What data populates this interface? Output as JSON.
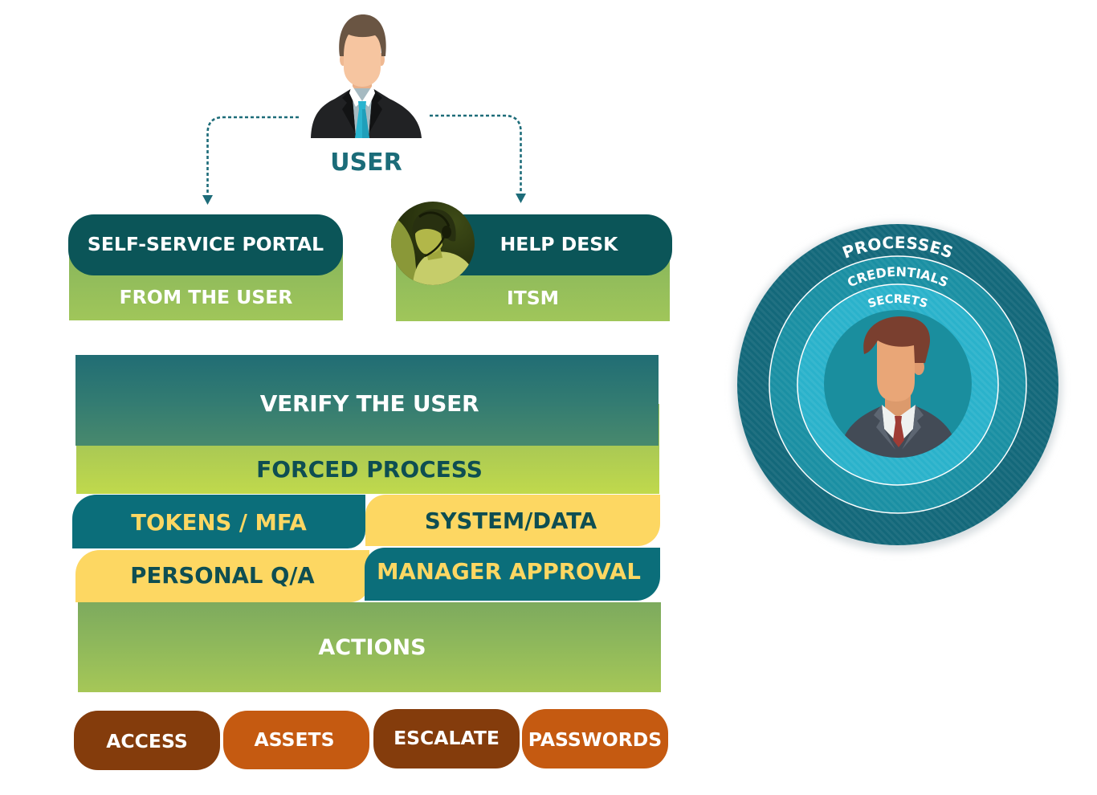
{
  "user": {
    "label": "USER",
    "icon": "businessman-avatar-icon"
  },
  "connectors": [
    {
      "from": "USER",
      "to": "SELF-SERVICE PORTAL"
    },
    {
      "from": "USER",
      "to": "HELP DESK"
    }
  ],
  "channels": [
    {
      "title": "SELF-SERVICE PORTAL",
      "subtitle": "FROM THE USER"
    },
    {
      "title": "HELP DESK",
      "subtitle": "ITSM",
      "photo": "help-desk-agent-headset-photo"
    }
  ],
  "verification": {
    "title": "VERIFY THE USER",
    "subtitle": "FORCED PROCESS"
  },
  "methods": [
    {
      "label": "TOKENS / MFA"
    },
    {
      "label": "SYSTEM/DATA"
    },
    {
      "label": "PERSONAL Q/A"
    },
    {
      "label": "MANAGER APPROVAL"
    }
  ],
  "actions": {
    "title": "ACTIONS",
    "items": [
      {
        "label": "ACCESS",
        "color": "#843c0c"
      },
      {
        "label": "ASSETS",
        "color": "#c55a11"
      },
      {
        "label": "ESCALATE",
        "color": "#843c0c"
      },
      {
        "label": "PASSWORDS",
        "color": "#c55a11"
      }
    ]
  },
  "rings": {
    "layers": [
      {
        "label": "PROCESSES",
        "color": "#13687a"
      },
      {
        "label": "CREDENTIALS",
        "color": "#1a8fa3"
      },
      {
        "label": "SECRETS",
        "color": "#2ab2cb"
      }
    ],
    "core": {
      "icon": "businessman-avatar-icon",
      "color": "#1a8e9e"
    }
  },
  "colors": {
    "user_label": "#1b6c79",
    "connector": "#1d6c79",
    "channel_header": "#0b5558",
    "method_teal": "#0b6e7a",
    "method_yellow": "#fdd762",
    "method_text_dark": "#0e4e52"
  }
}
